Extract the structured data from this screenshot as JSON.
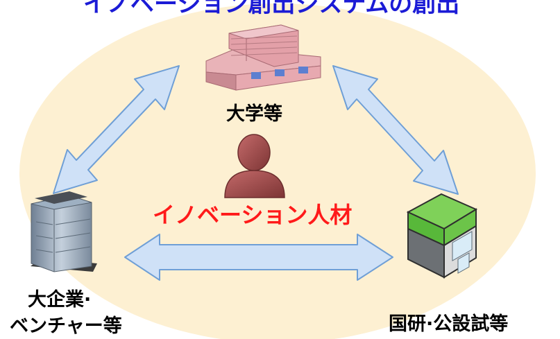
{
  "diagram": {
    "title": "イノベーション創出システムの創出",
    "nodes": {
      "university": "大学等",
      "corporate_line1": "大企業·",
      "corporate_line2": "ベンチャー等",
      "institute": "国研·公設試等",
      "talent": "イノベーション人材"
    },
    "colors": {
      "background_ellipse": "#fdf0d2",
      "arrow_fill": "#cfe1f7",
      "arrow_stroke": "#6f9fd6",
      "talent_text": "#ff1a1a",
      "title_text": "#1b1bd6",
      "person_fill": "#9b4a4a"
    },
    "icons": [
      "university-building-icon",
      "office-tower-icon",
      "research-institute-icon",
      "person-icon"
    ]
  }
}
